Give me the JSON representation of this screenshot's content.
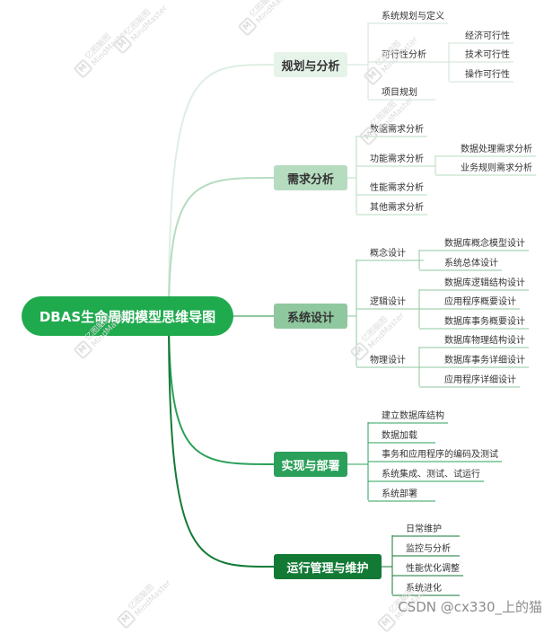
{
  "root": {
    "label": "DBAS生命周期模型思维导图"
  },
  "colors": {
    "root": "#1faa4e",
    "b1": "#e6f3e9",
    "b2": "#b6dcc0",
    "b3": "#8fc79f",
    "b4": "#2ba05a",
    "b5": "#137a36"
  },
  "branches": [
    {
      "label": "规划与分析",
      "children": [
        {
          "label": "系统规划与定义"
        },
        {
          "label": "可行性分析",
          "children": [
            {
              "label": "经济可行性"
            },
            {
              "label": "技术可行性"
            },
            {
              "label": "操作可行性"
            }
          ]
        },
        {
          "label": "项目规划"
        }
      ]
    },
    {
      "label": "需求分析",
      "children": [
        {
          "label": "数据需求分析"
        },
        {
          "label": "功能需求分析",
          "children": [
            {
              "label": "数据处理需求分析"
            },
            {
              "label": "业务规则需求分析"
            }
          ]
        },
        {
          "label": "性能需求分析"
        },
        {
          "label": "其他需求分析"
        }
      ]
    },
    {
      "label": "系统设计",
      "children": [
        {
          "label": "概念设计",
          "children": [
            {
              "label": "数据库概念模型设计"
            },
            {
              "label": "系统总体设计"
            }
          ]
        },
        {
          "label": "逻辑设计",
          "children": [
            {
              "label": "数据库逻辑结构设计"
            },
            {
              "label": "应用程序概要设计"
            },
            {
              "label": "数据库事务概要设计"
            }
          ]
        },
        {
          "label": "物理设计",
          "children": [
            {
              "label": "数据库物理结构设计"
            },
            {
              "label": "数据库事务详细设计"
            },
            {
              "label": "应用程序详细设计"
            }
          ]
        }
      ]
    },
    {
      "label": "实现与部署",
      "children": [
        {
          "label": "建立数据库结构"
        },
        {
          "label": "数据加载"
        },
        {
          "label": "事务和应用程序的编码及测试"
        },
        {
          "label": "系统集成、测试、试运行"
        },
        {
          "label": "系统部署"
        }
      ]
    },
    {
      "label": "运行管理与维护",
      "children": [
        {
          "label": "日常维护"
        },
        {
          "label": "监控与分析"
        },
        {
          "label": "性能优化调整"
        },
        {
          "label": "系统进化"
        }
      ]
    }
  ],
  "watermark": {
    "line1": "亿图脑图",
    "line2": "MindMaster"
  },
  "credit": "CSDN @cx330_上的猫"
}
